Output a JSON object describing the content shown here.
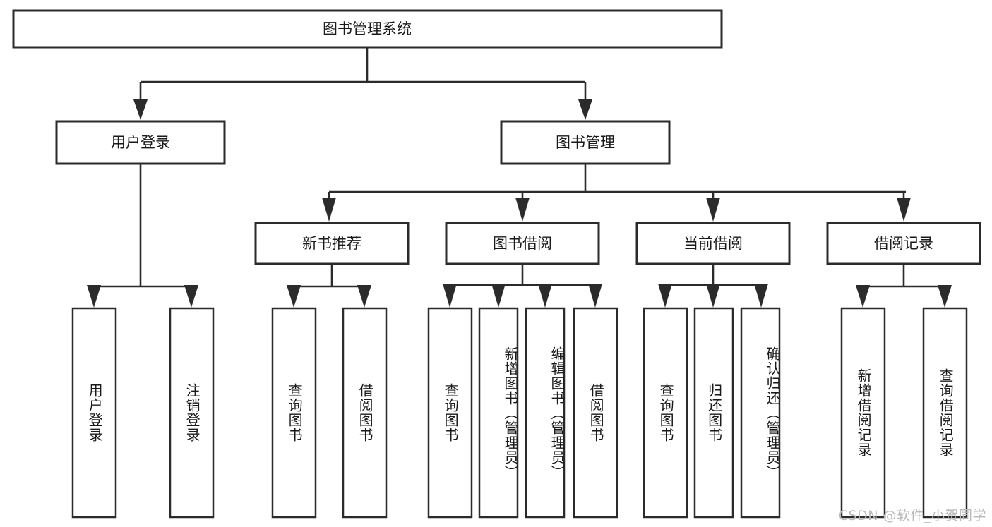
{
  "diagram": {
    "title": "图书管理系统",
    "watermark": "CSDN @软件_小贺同学",
    "type": "tree-hierarchy",
    "root": {
      "label": "图书管理系统"
    },
    "level2": [
      {
        "label": "用户登录"
      },
      {
        "label": "图书管理"
      }
    ],
    "level3": [
      {
        "label": "新书推荐"
      },
      {
        "label": "图书借阅"
      },
      {
        "label": "当前借阅"
      },
      {
        "label": "借阅记录"
      }
    ],
    "leaves": {
      "user_login": [
        {
          "label": "用户登录"
        },
        {
          "label": "注销登录"
        }
      ],
      "new_book_recommend": [
        {
          "label": "查询图书"
        },
        {
          "label": "借阅图书"
        }
      ],
      "book_borrow": [
        {
          "label": "查询图书"
        },
        {
          "label": "新增图书（管理员）"
        },
        {
          "label": "编辑图书（管理员）"
        },
        {
          "label": "借阅图书"
        }
      ],
      "current_borrow": [
        {
          "label": "查询图书"
        },
        {
          "label": "归还图书"
        },
        {
          "label": "确认归还（管理员）"
        }
      ],
      "borrow_record": [
        {
          "label": "新增借阅记录"
        },
        {
          "label": "查询借阅记录"
        }
      ]
    },
    "colors": {
      "stroke": "#2b2b2b",
      "fill": "#ffffff",
      "text": "#1a1a1a",
      "watermark": "#b9b9b9"
    }
  }
}
